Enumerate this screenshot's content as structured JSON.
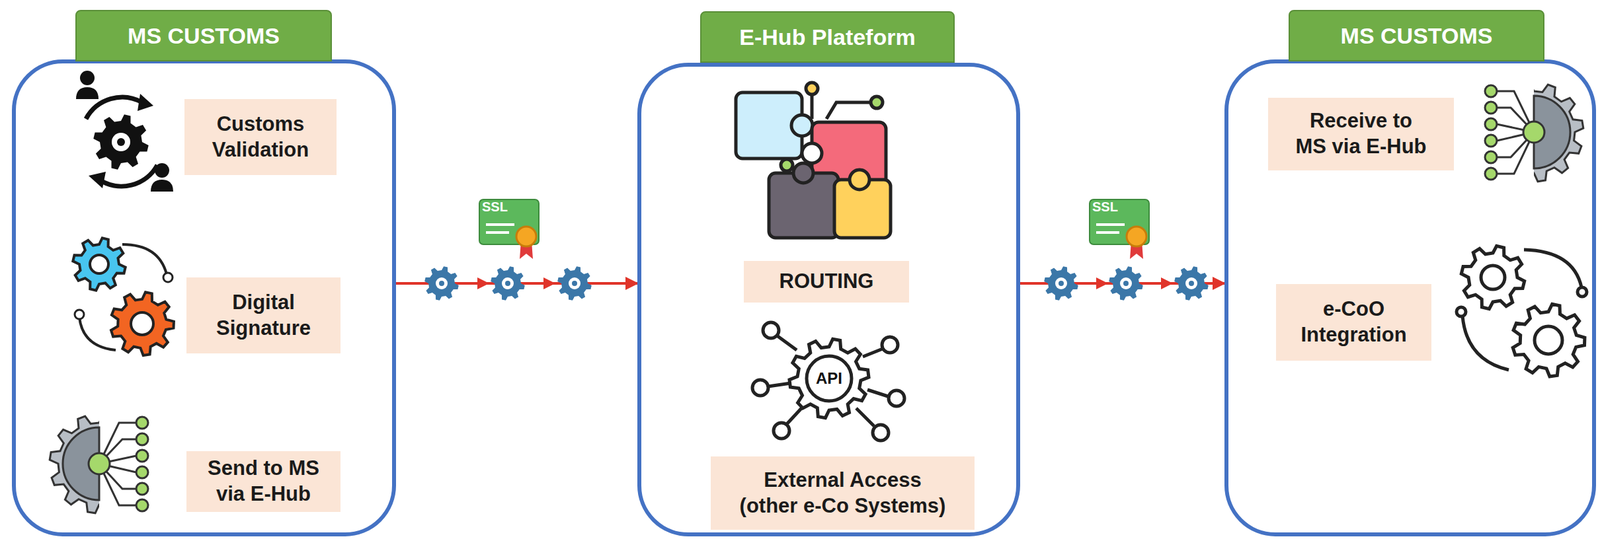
{
  "diagram": {
    "nodes": [
      {
        "text": [
          "MS CUSTOMS"
        ]
      },
      {
        "text": [
          "Customs Validation"
        ],
        "in": 0
      },
      {
        "text": [
          "Digital Signature"
        ],
        "in": 0
      },
      {
        "text": [
          "Send to MS via E-Hub"
        ],
        "in": 0
      },
      {
        "text": [
          "E-Hub Plateform"
        ]
      },
      {
        "text": [
          "ROUTING"
        ],
        "in": 4
      },
      {
        "text": [
          "External Access (other e-Co Systems)"
        ],
        "in": 4
      },
      {
        "text": [
          "MS CUSTOMS"
        ]
      },
      {
        "text": [
          "Receive to MS via E-Hub"
        ],
        "in": 7
      },
      {
        "text": [
          "e-CoO Integration"
        ],
        "in": 7
      }
    ],
    "edges": [
      {
        "from": 0,
        "to": 4,
        "arrow": "to"
      },
      {
        "from": 4,
        "to": 7,
        "arrow": "to"
      }
    ],
    "labels": [
      "SSL",
      "SSL",
      "API"
    ]
  }
}
